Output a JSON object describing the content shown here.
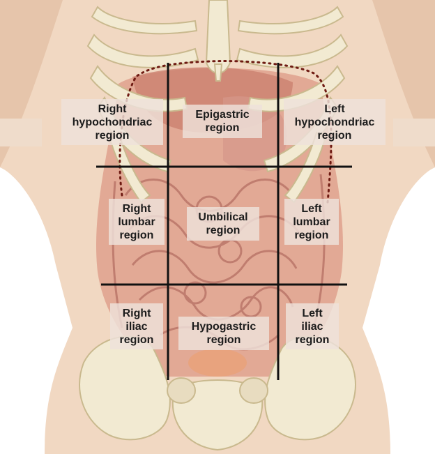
{
  "diagram": {
    "regions": {
      "right_hypochondriac": [
        "Right",
        "hypochondriac",
        "region"
      ],
      "epigastric": [
        "Epigastric",
        "region"
      ],
      "left_hypochondriac": [
        "Left",
        "hypochondriac",
        "region"
      ],
      "right_lumbar": [
        "Right",
        "lumbar",
        "region"
      ],
      "umbilical": [
        "Umbilical",
        "region"
      ],
      "left_lumbar": [
        "Left",
        "lumbar",
        "region"
      ],
      "right_iliac": [
        "Right",
        "iliac",
        "region"
      ],
      "hypogastric": [
        "Hypogastric",
        "region"
      ],
      "left_iliac": [
        "Left",
        "iliac",
        "region"
      ]
    },
    "colors": {
      "skin": "#f1d8c2",
      "skin_shadow": "#e3c0a6",
      "bone": "#f2ead2",
      "bone_outline": "#c9b98e",
      "muscle": "#d89a86",
      "intestine": "#cf8f83",
      "grid_line": "#111111",
      "diaphragm_dots": "#6e1a12"
    }
  }
}
